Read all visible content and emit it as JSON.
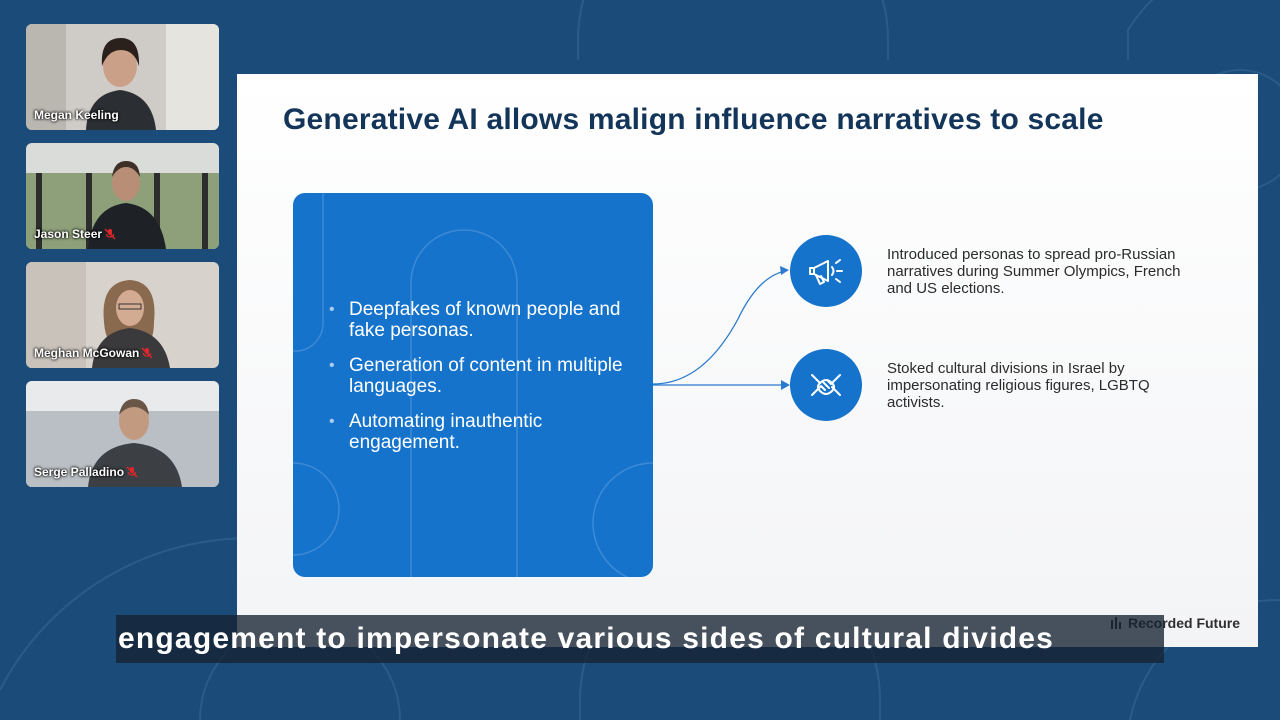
{
  "participants": [
    {
      "name": "Megan Keeling",
      "muted": false
    },
    {
      "name": "Jason Steer",
      "muted": true
    },
    {
      "name": "Meghan McGowan",
      "muted": true
    },
    {
      "name": "Serge Palladino",
      "muted": true
    }
  ],
  "slide": {
    "title": "Generative AI allows malign influence narratives to scale",
    "bullets": [
      "Deepfakes of known people and fake personas.",
      "Generation of content in multiple languages.",
      "Automating inauthentic engagement."
    ],
    "points": [
      {
        "icon": "megaphone-icon",
        "text": "Introduced personas to spread pro-Russian narratives during Summer Olympics, French and US elections."
      },
      {
        "icon": "hands-together-icon",
        "text": "Stoked cultural divisions in Israel by impersonating religious figures, LGBTQ activists."
      }
    ],
    "brand": "Recorded Future"
  },
  "caption": "engagement to impersonate various sides of cultural divides",
  "colors": {
    "background": "#1b4b78",
    "accent_blue": "#1573cc",
    "title_navy": "#14355a",
    "mic_muted": "#e0252b"
  }
}
